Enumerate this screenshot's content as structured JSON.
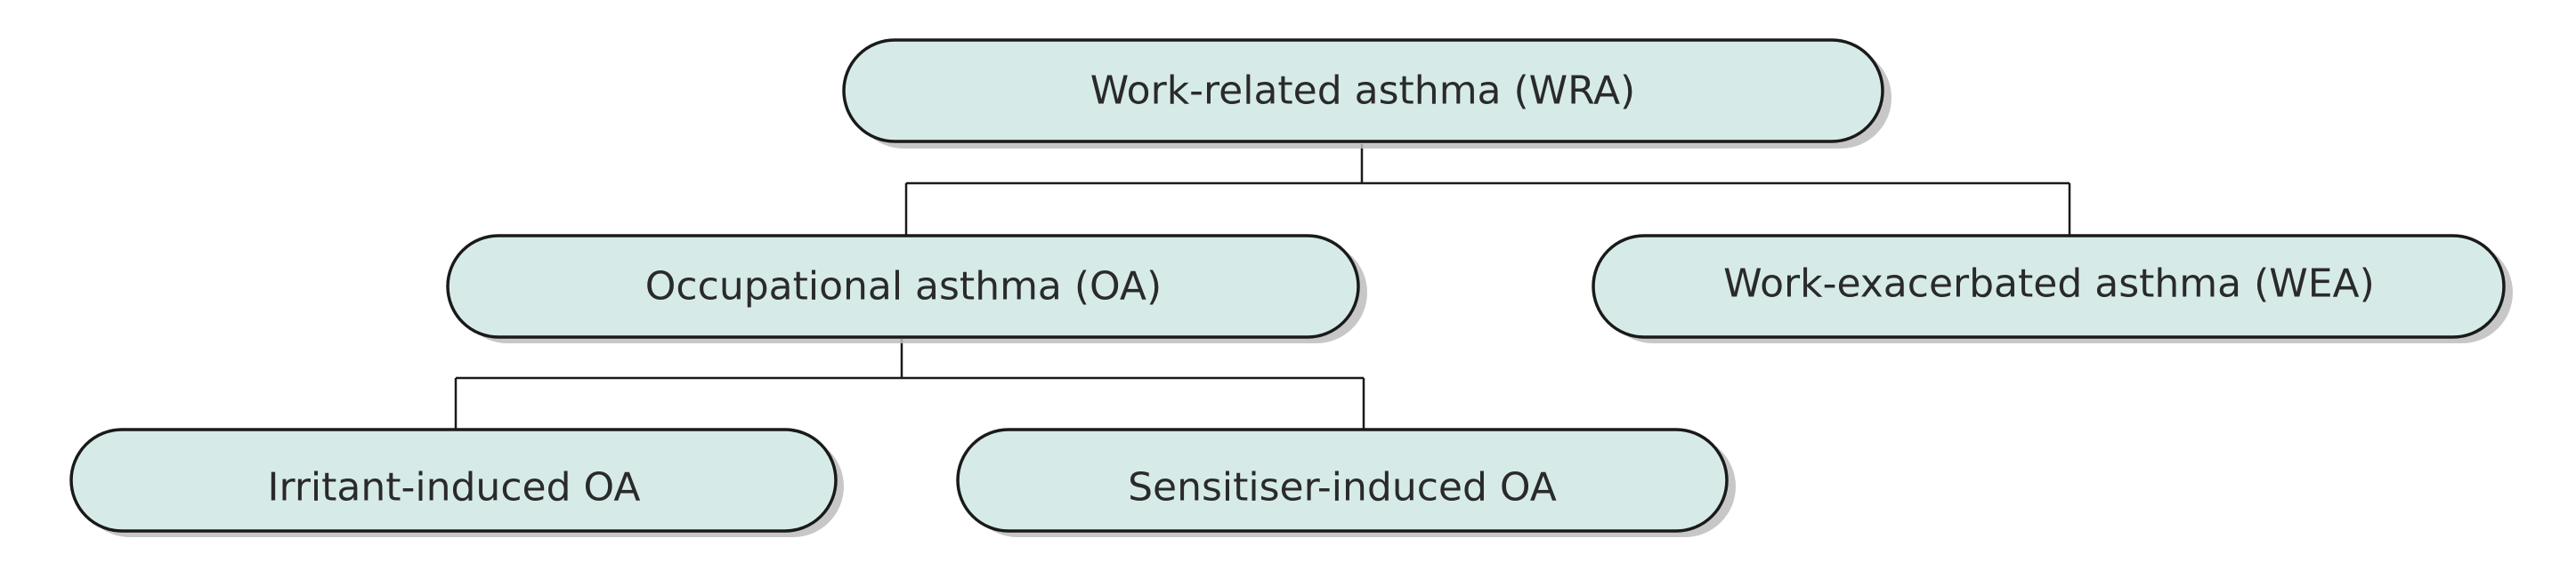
{
  "diagram": {
    "root": {
      "label": "Work-related asthma (WRA)"
    },
    "level2": {
      "oa": {
        "label": "Occupational asthma (OA)"
      },
      "wea": {
        "label": "Work-exacerbated asthma (WEA)"
      }
    },
    "level3": {
      "irritant": {
        "label": "Irritant-induced OA"
      },
      "sensitiser": {
        "label": "Sensitiser-induced OA"
      }
    },
    "colors": {
      "box_fill": "#d6ebe8",
      "box_stroke": "#1a1a1a",
      "text": "#2a2a2a",
      "shadow": "#bdbdbd"
    }
  }
}
